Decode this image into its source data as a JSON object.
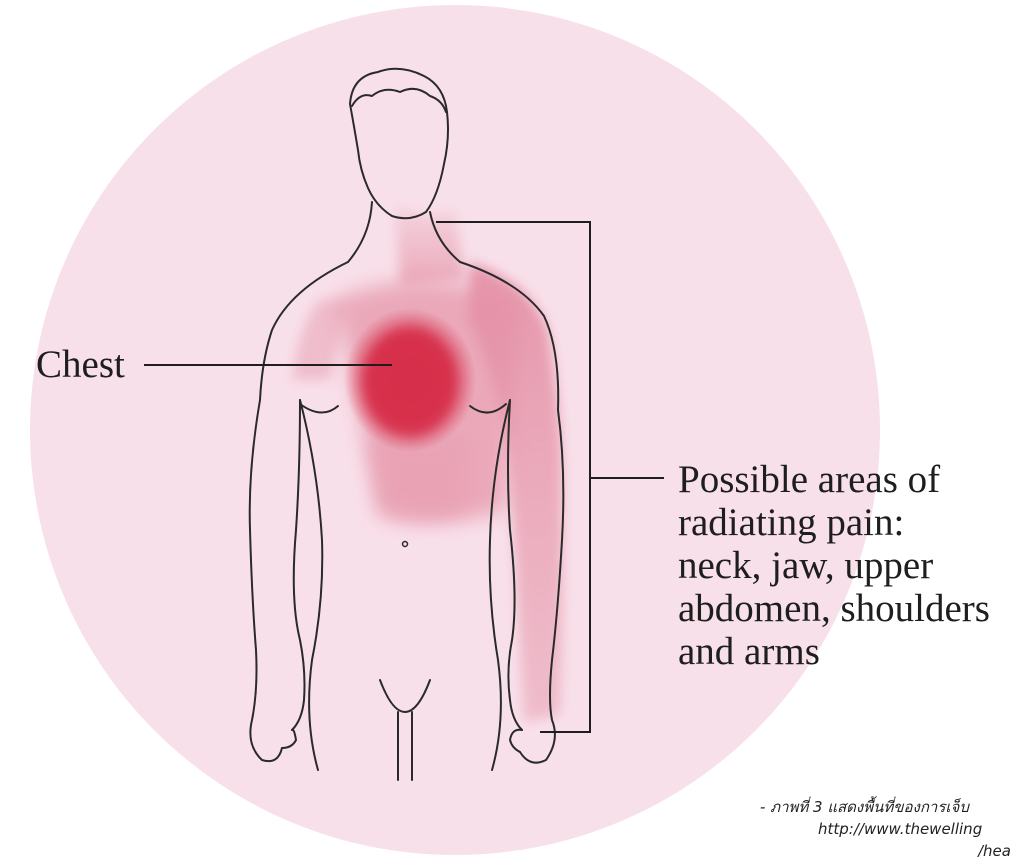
{
  "diagram": {
    "chest_label": "Chest",
    "radiating_label_lines": [
      "Possible areas of",
      "radiating pain:",
      "neck, jaw, upper",
      "abdomen, shoulders",
      "and arms"
    ]
  },
  "caption": {
    "line1": "- ภาพที่ 3 แสดงพื้นที่ของการเจ็บ",
    "line2": "http://www.thewelling",
    "line3": "/hea"
  },
  "colors": {
    "background_circle": "#f8e0ea",
    "radiating_area": "#e8a0b2",
    "chest_pain_center": "#d6304a",
    "outline": "#2a2a2a",
    "text": "#1e1e1e"
  }
}
